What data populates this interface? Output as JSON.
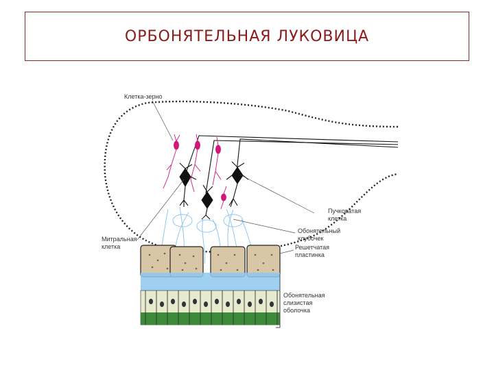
{
  "title": "ОРБОНЯТЕЛЬНАЯ ЛУКОВИЦА",
  "labels": {
    "granule_cell": "Клетка-зерно",
    "tufted_cell_line1": "Пучковатая",
    "tufted_cell_line2": "клетка",
    "glomerulus_line1": "Обонятельный",
    "glomerulus_line2": "клубочек",
    "cribriform_line1": "Решетчатая",
    "cribriform_line2": "пластинка",
    "mitral_line1": "Митральная",
    "mitral_line2": "клетка",
    "mucosa_line1": "Обонятельная",
    "mucosa_line2": "слизистая",
    "mucosa_line3": "оболочка"
  },
  "colors": {
    "title": "#8b1a1a",
    "granule": "#d4157a",
    "neuron": "#111111",
    "bone": "#d8c6a6",
    "fluid": "#8fc8ef",
    "epithelium_base": "#3d8a3a"
  }
}
